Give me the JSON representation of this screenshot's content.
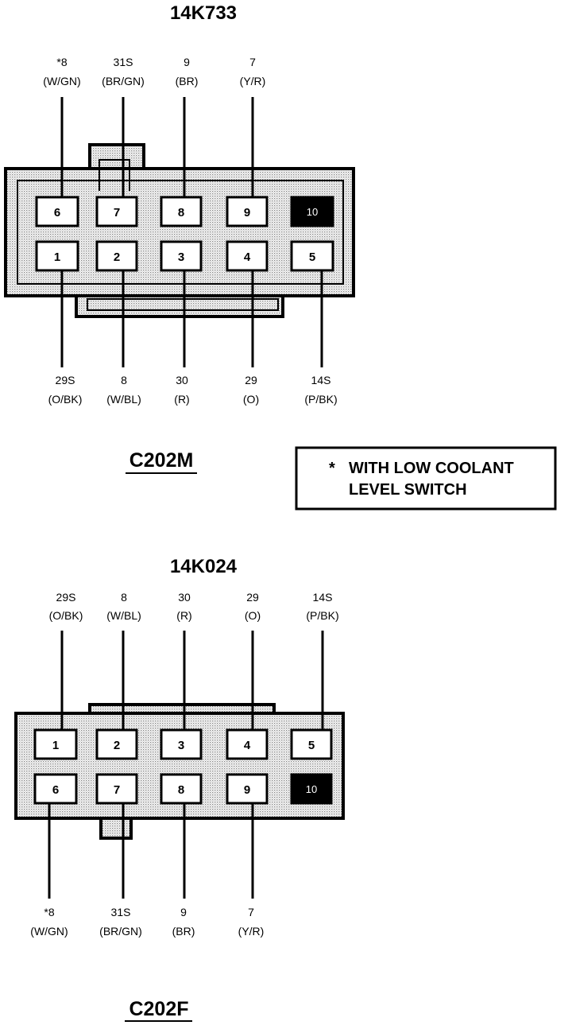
{
  "top": {
    "part_number": "14K733",
    "connector_name": "C202M",
    "upper_wires": [
      {
        "circuit": "*8",
        "color": "(W/GN)"
      },
      {
        "circuit": "31S",
        "color": "(BR/GN)"
      },
      {
        "circuit": "9",
        "color": "(BR)"
      },
      {
        "circuit": "7",
        "color": "(Y/R)"
      }
    ],
    "lower_wires": [
      {
        "circuit": "29S",
        "color": "(O/BK)"
      },
      {
        "circuit": "8",
        "color": "(W/BL)"
      },
      {
        "circuit": "30",
        "color": "(R)"
      },
      {
        "circuit": "29",
        "color": "(O)"
      },
      {
        "circuit": "14S",
        "color": "(P/BK)"
      }
    ],
    "row1_pins": [
      "6",
      "7",
      "8",
      "9",
      "10"
    ],
    "row2_pins": [
      "1",
      "2",
      "3",
      "4",
      "5"
    ]
  },
  "note": {
    "asterisk": "*",
    "line1": "WITH LOW COOLANT",
    "line2": "LEVEL SWITCH"
  },
  "bottom": {
    "part_number": "14K024",
    "connector_name": "C202F",
    "upper_wires": [
      {
        "circuit": "29S",
        "color": "(O/BK)"
      },
      {
        "circuit": "8",
        "color": "(W/BL)"
      },
      {
        "circuit": "30",
        "color": "(R)"
      },
      {
        "circuit": "29",
        "color": "(O)"
      },
      {
        "circuit": "14S",
        "color": "(P/BK)"
      }
    ],
    "lower_wires": [
      {
        "circuit": "*8",
        "color": "(W/GN)"
      },
      {
        "circuit": "31S",
        "color": "(BR/GN)"
      },
      {
        "circuit": "9",
        "color": "(BR)"
      },
      {
        "circuit": "7",
        "color": "(Y/R)"
      }
    ],
    "row1_pins": [
      "1",
      "2",
      "3",
      "4",
      "5"
    ],
    "row2_pins": [
      "6",
      "7",
      "8",
      "9",
      "10"
    ]
  }
}
